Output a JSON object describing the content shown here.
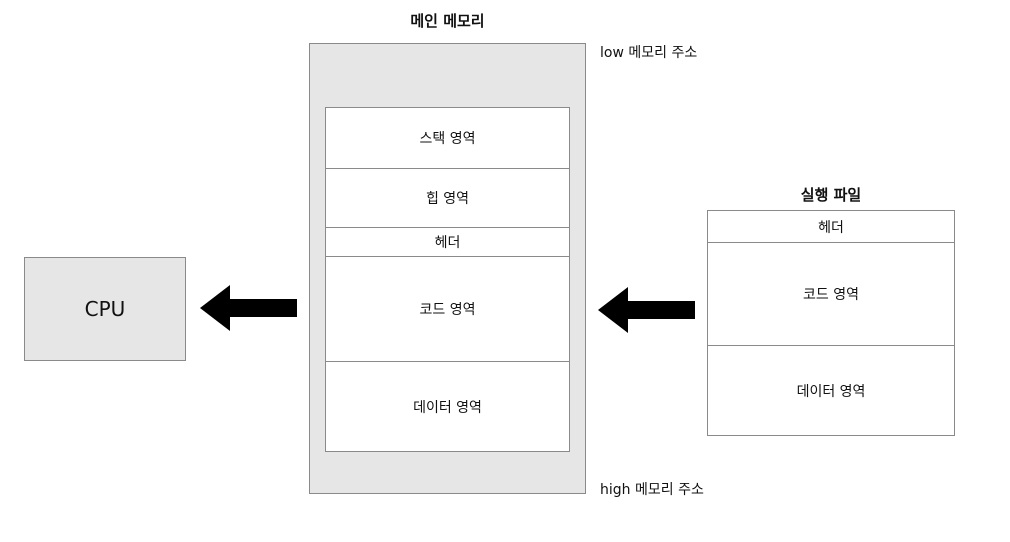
{
  "cpu": {
    "label": "CPU"
  },
  "main_memory": {
    "title": "메인 메모리",
    "segments": [
      "스택 영역",
      "힙 영역",
      "헤더",
      "코드 영역",
      "데이터 영역"
    ],
    "low_address_label": "low 메모리 주소",
    "high_address_label": "high 메모리 주소"
  },
  "executable": {
    "title": "실행 파일",
    "segments": [
      "헤더",
      "코드 영역",
      "데이터 영역"
    ]
  },
  "colors": {
    "box_fill": "#e6e6e6",
    "border": "#8a8a8a",
    "arrow": "#000000"
  }
}
